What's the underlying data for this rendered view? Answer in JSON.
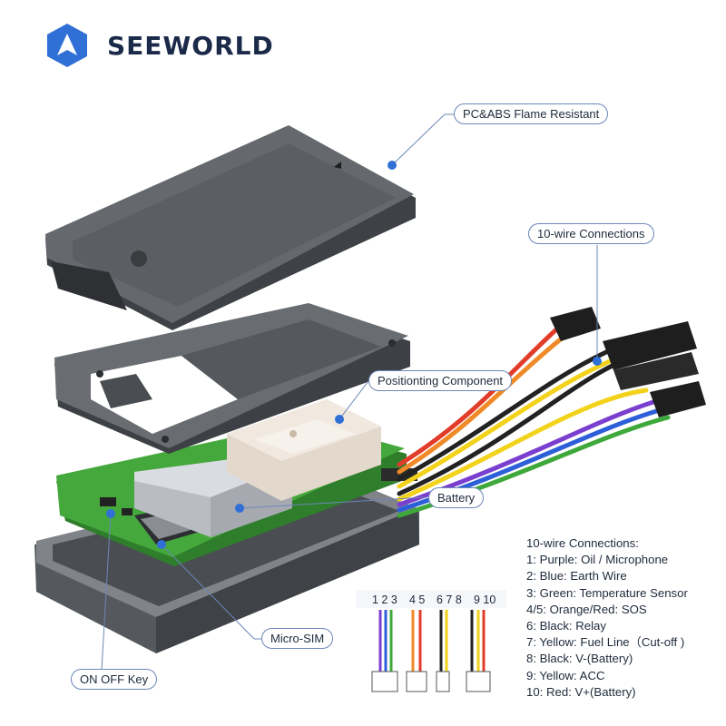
{
  "brand": {
    "name": "SEEWORLD",
    "logo_icon": "navigation-arrow-icon",
    "color": "#1c2a4a"
  },
  "callouts": {
    "shell": "PC&ABS Flame Resistant",
    "wires": "10-wire Connections",
    "positioning": "Positionting Component",
    "battery": "Battery",
    "sim": "Micro-SIM",
    "key": "ON OFF Key"
  },
  "legend": {
    "title": "10-wire Connections:",
    "items": [
      "1: Purple: Oil / Microphone",
      "2: Blue: Earth Wire",
      "3: Green: Temperature Sensor",
      "4/5: Orange/Red: SOS",
      "6: Black: Relay",
      "7: Yellow: Fuel Line（Cut-off )",
      "8: Black: V-(Battery)",
      "9: Yellow: ACC",
      "10: Red: V+(Battery)"
    ]
  },
  "wire_numbers": {
    "n123": "1 2 3",
    "n45": "4 5",
    "n678": "6 7 8",
    "n910": "9 10"
  },
  "colors": {
    "accent": "#2f6fd6",
    "pcb": "#43a83a",
    "shell": "#5b5e63"
  }
}
